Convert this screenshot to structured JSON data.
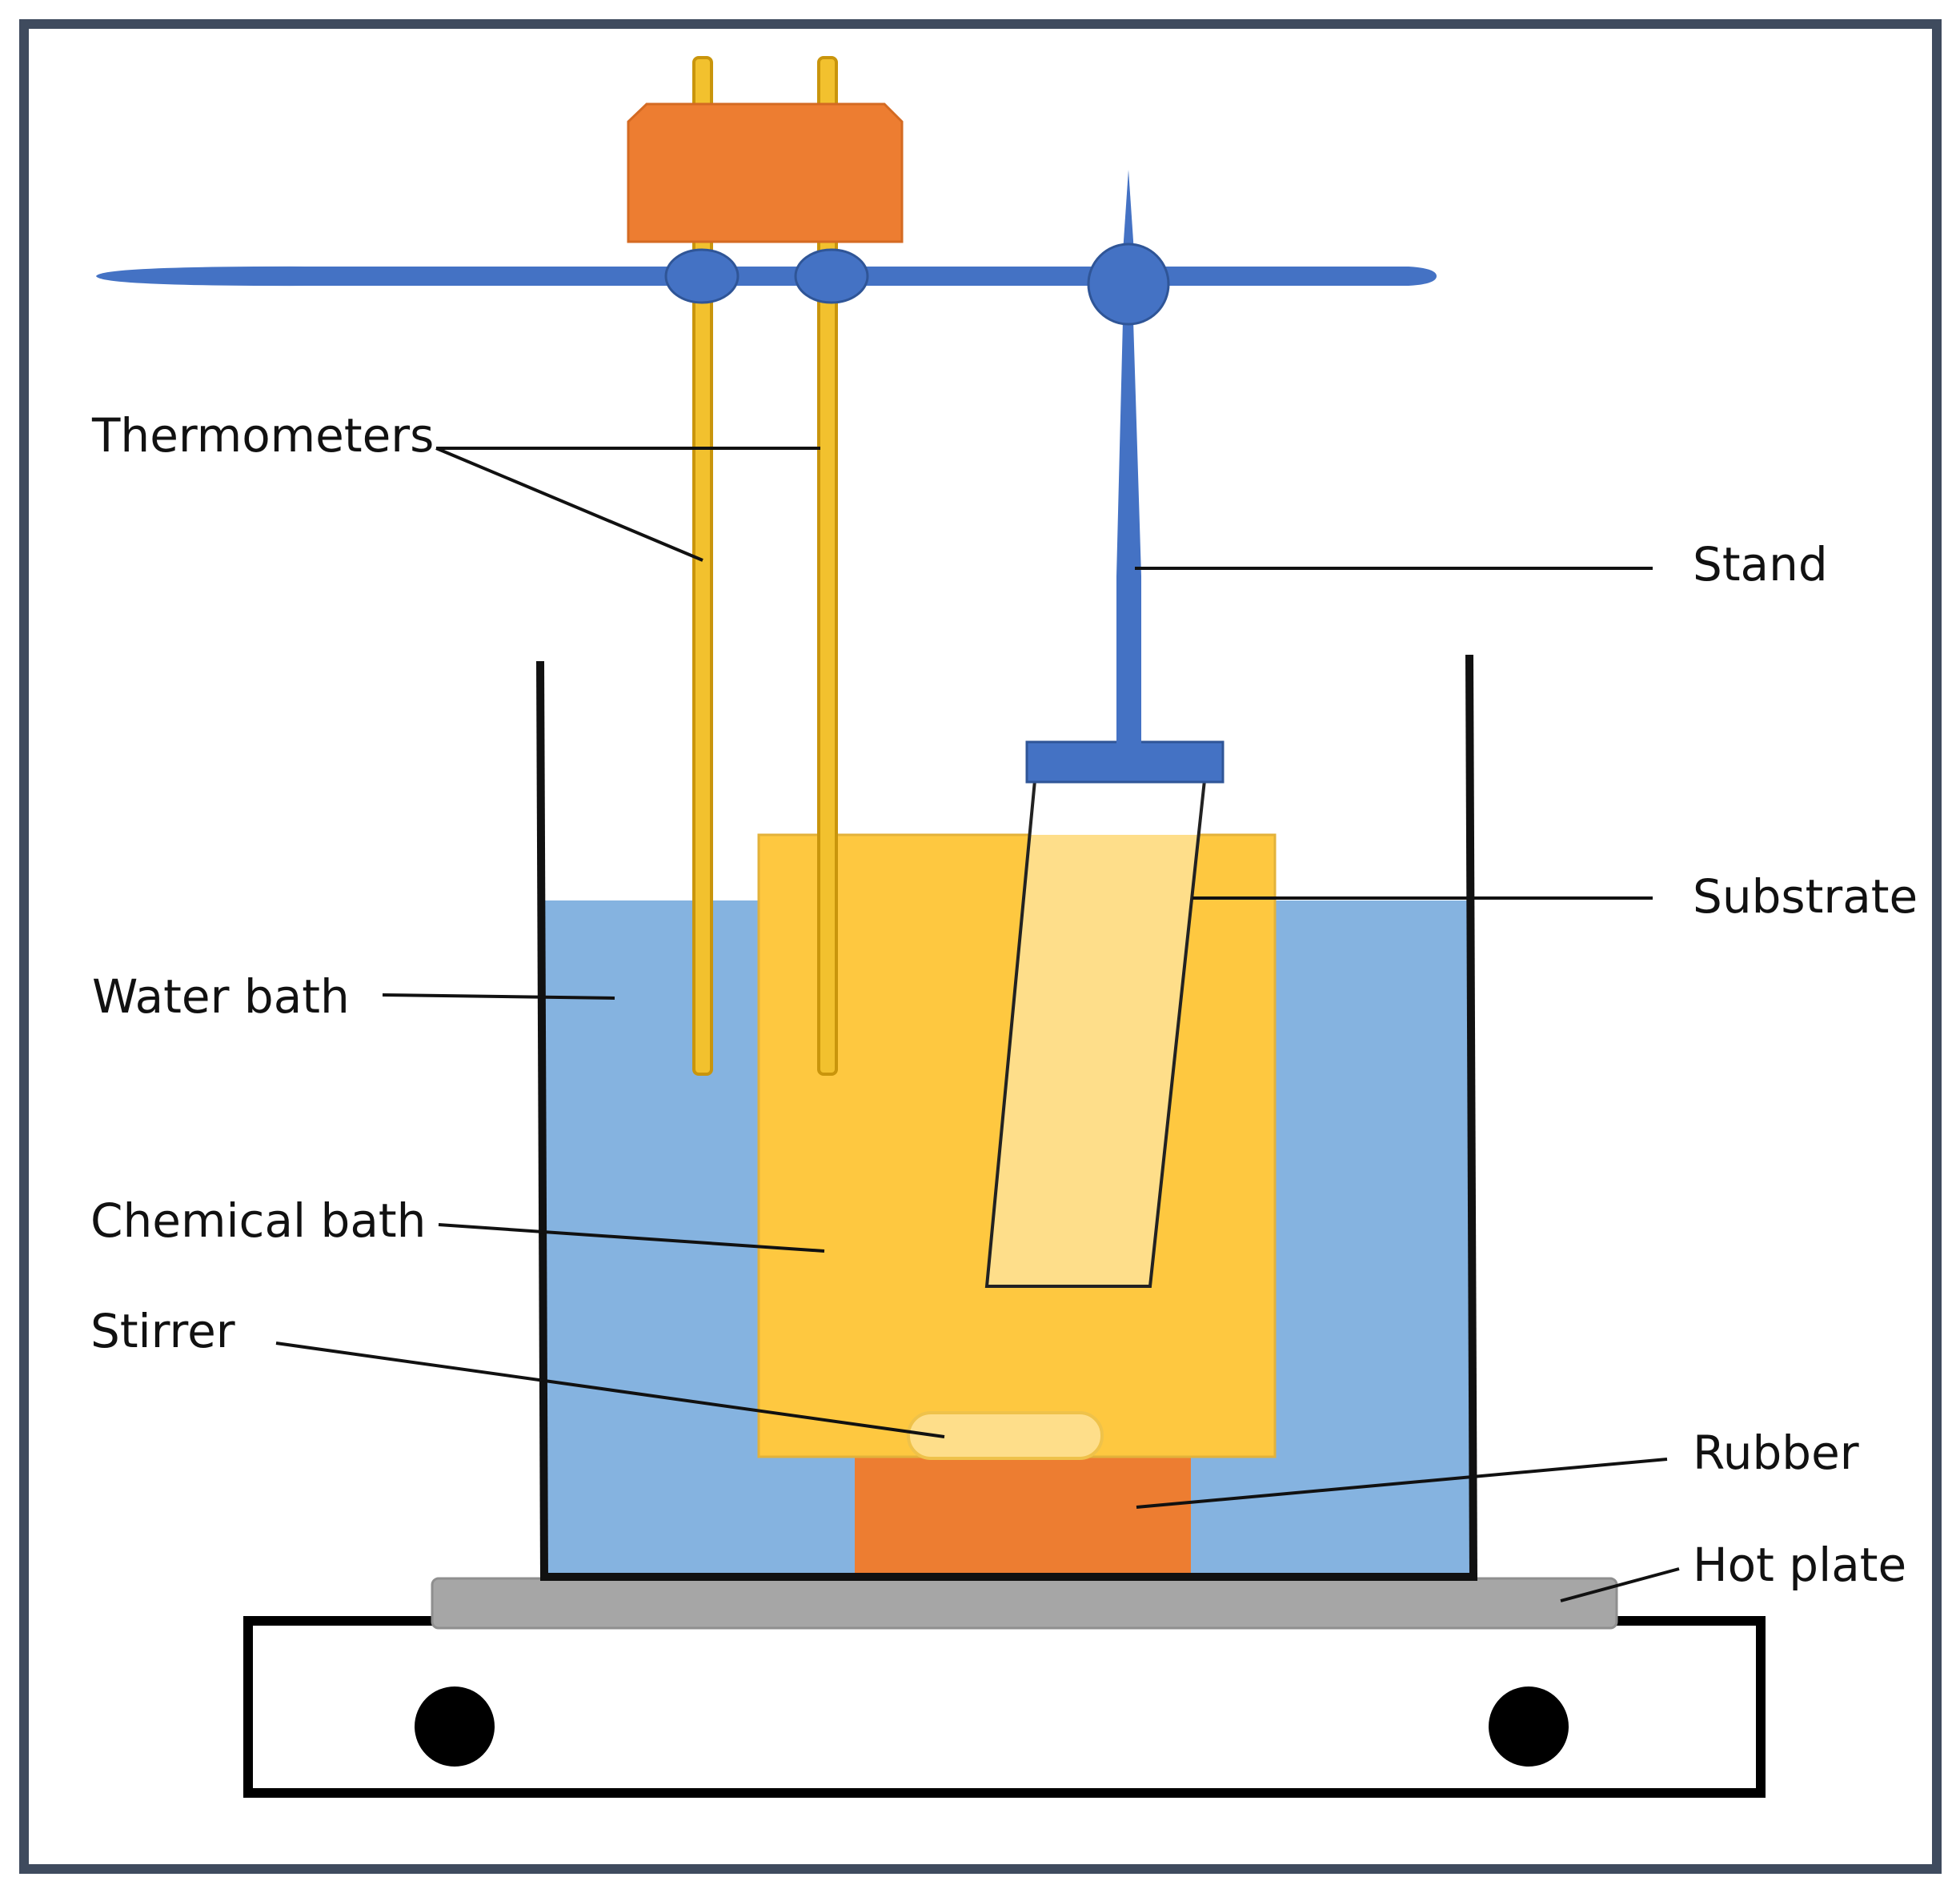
{
  "labels": {
    "thermometers": "Thermometers",
    "stand": "Stand",
    "substrate": "Substrate",
    "water_bath": "Water bath",
    "chemical_bath": "Chemical bath",
    "stirrer": "Stirrer",
    "rubber": "Rubber",
    "hot_plate": "Hot plate"
  },
  "colors": {
    "frame_border": "#3f4b5e",
    "water": "#85b3e0",
    "chemical": "#fec840",
    "substrate": "#fede8a",
    "stand": "#4472c4",
    "thermometer": "#f2c12e",
    "thermometer_outline": "#c9950c",
    "cap": "#ed7d31",
    "rubber": "#ed7d31",
    "hot_plate_top": "#a6a6a6",
    "knob": "#000000",
    "leader_line": "#111111"
  }
}
